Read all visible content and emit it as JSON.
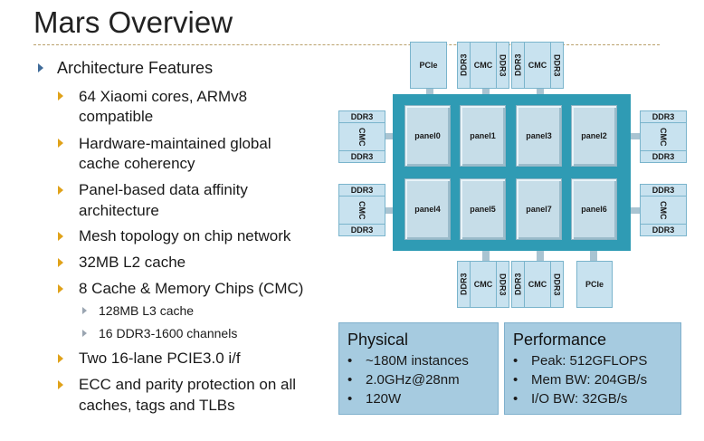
{
  "title": "Mars Overview",
  "features": {
    "heading": "Architecture Features",
    "items": [
      "64 Xiaomi cores, ARMv8",
      "compatible",
      "Hardware-maintained global",
      "cache coherency",
      "Panel-based data affinity",
      "architecture",
      "Mesh topology on chip network",
      "32MB L2 cache",
      "8 Cache & Memory Chips (CMC)",
      "Two 16-lane PCIE3.0 i/f",
      "ECC and parity protection on all",
      "caches, tags and TLBs"
    ],
    "sub_items": [
      "128MB L3 cache",
      "16 DDR3-1600 channels"
    ]
  },
  "diagram": {
    "panels": [
      "panel0",
      "panel1",
      "panel3",
      "panel2",
      "panel4",
      "panel5",
      "panel7",
      "panel6"
    ],
    "pcie": "PCIe",
    "cmc": "CMC",
    "ddr": "DDR3"
  },
  "physical": {
    "title": "Physical",
    "items": [
      "~180M instances",
      "2.0GHz@28nm",
      "120W"
    ]
  },
  "performance": {
    "title": "Performance",
    "items": [
      "Peak:  512GFLOPS",
      "Mem BW:  204GB/s",
      "I/O BW:  32GB/s"
    ]
  },
  "colors": {
    "chip": "#2f9bb4",
    "panel": "#c6dde8",
    "box": "#c8e2ef",
    "info": "#a6cbe0",
    "bullet_l1": "#3f6b99",
    "bullet_l2": "#e0a21a"
  }
}
